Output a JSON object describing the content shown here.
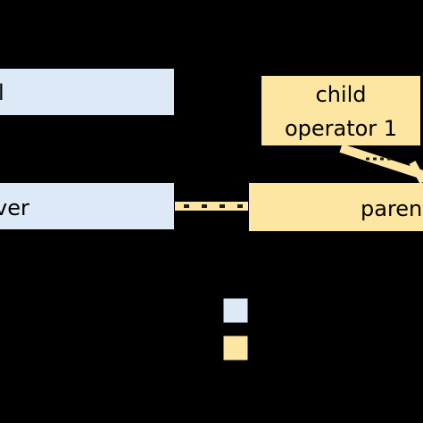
{
  "diagram": {
    "background_color": "#000000",
    "colors": {
      "blue_fill": "#dde9f6",
      "yellow_fill": "#fde6a1",
      "connector": "#fde6a1",
      "connector_dark": "#1b1b1b"
    },
    "nodes": {
      "top_left": {
        "label": "l"
      },
      "middle_left": {
        "label": "ver"
      },
      "child": {
        "line1": "child",
        "line2": "operator 1"
      },
      "parent": {
        "label": "parent"
      }
    },
    "legend": {
      "blue_swatch_color": "#dde9f6",
      "yellow_swatch_color": "#fde6a1"
    }
  }
}
